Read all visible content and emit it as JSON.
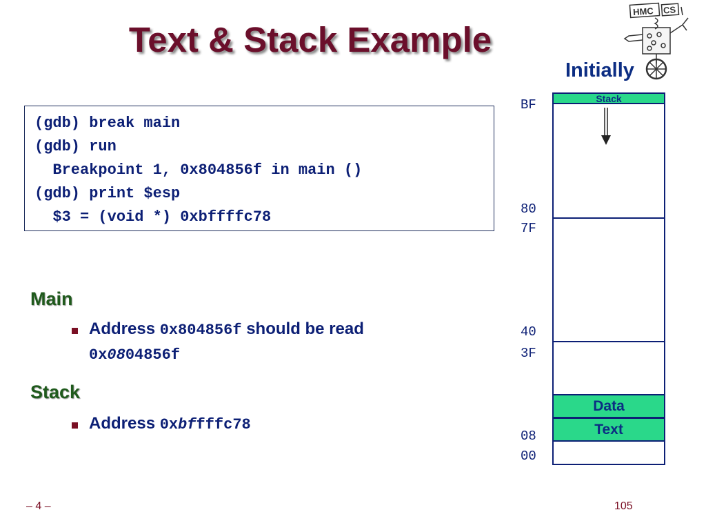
{
  "slide": {
    "title": "Text & Stack Example",
    "initially": "Initially",
    "code_lines": [
      "(gdb) break main",
      "(gdb) run",
      "  Breakpoint 1, 0x804856f in main ()",
      "(gdb) print $esp",
      "  $3 = (void *) 0xbffffc78"
    ],
    "main": {
      "heading": "Main",
      "b1_pre": "Address ",
      "b1_code": "0x804856f",
      "b1_post": " should be read",
      "b1_line2_a": "0x",
      "b1_line2_b": "08",
      "b1_line2_c": "04856f"
    },
    "stack": {
      "heading": "Stack",
      "b1_pre": "Address ",
      "b1_code_a": "0x",
      "b1_code_b": "bf",
      "b1_code_c": "fffc78"
    },
    "footer_left": "– 4 –",
    "footer_right": "105"
  },
  "memory": {
    "addresses": [
      "BF",
      "80",
      "7F",
      "40",
      "3F",
      "08",
      "00"
    ],
    "stack_label": "Stack",
    "data_label": "Data",
    "text_label": "Text",
    "region_color": "#2ad88a",
    "border_color": "#0c1f75"
  },
  "logo": {
    "text_hmc": "HMC",
    "text_cs": "CS",
    "icon": "robot-mascot-icon"
  }
}
